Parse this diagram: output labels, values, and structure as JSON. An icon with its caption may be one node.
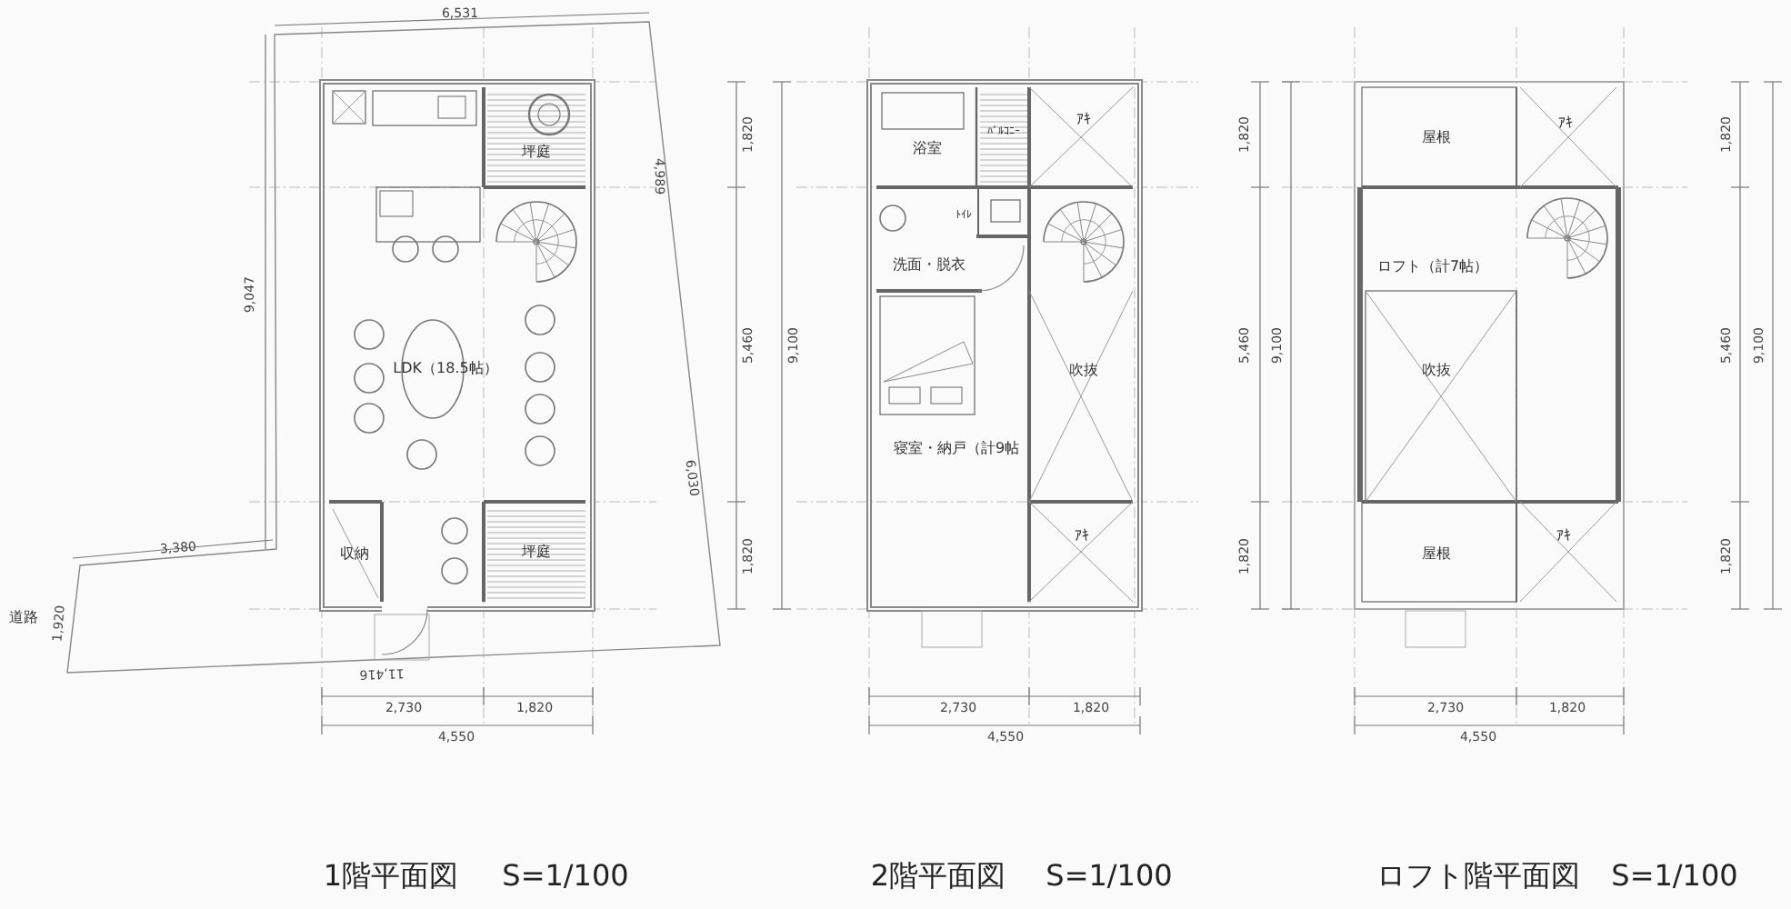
{
  "diagram": {
    "nodes": [
      {
        "text": [
          "LDK（18.5帖）"
        ]
      },
      {
        "text": [
          "坪庭"
        ]
      },
      {
        "text": [
          "収納"
        ]
      },
      {
        "text": [
          "坪庭"
        ]
      },
      {
        "text": [
          "浴室"
        ]
      },
      {
        "text": [
          "ﾊﾞﾙｺﾆｰ"
        ]
      },
      {
        "text": [
          "ｱｷ"
        ]
      },
      {
        "text": [
          "ﾄｲﾚ"
        ]
      },
      {
        "text": [
          "洗面・脱衣"
        ]
      },
      {
        "text": [
          "吹抜"
        ]
      },
      {
        "text": [
          "寝室・納戸（計9帖"
        ]
      },
      {
        "text": [
          "ｱｷ"
        ]
      },
      {
        "text": [
          "屋根"
        ]
      },
      {
        "text": [
          "ｱｷ"
        ]
      },
      {
        "text": [
          "ロフト（計7帖）"
        ]
      },
      {
        "text": [
          "吹抜"
        ]
      },
      {
        "text": [
          "屋根"
        ]
      },
      {
        "text": [
          "ｱｷ"
        ]
      }
    ],
    "labels": [
      "6,531",
      "4,989",
      "9,047",
      "6,030",
      "3,380",
      "道路",
      "1,920",
      "11,416",
      "1,820",
      "5,460",
      "1,820",
      "9,100",
      "2,730",
      "1,820",
      "4,550",
      "1,820",
      "5,460",
      "9,100",
      "1,820",
      "2,730",
      "1,820",
      "4,550",
      "1,820",
      "5,460",
      "9,100",
      "1,820",
      "2,730",
      "1,820",
      "4,550",
      "1階平面図",
      "S=1/100",
      "2階平面図",
      "S=1/100",
      "ロフト階平面図",
      "S=1/100"
    ]
  }
}
